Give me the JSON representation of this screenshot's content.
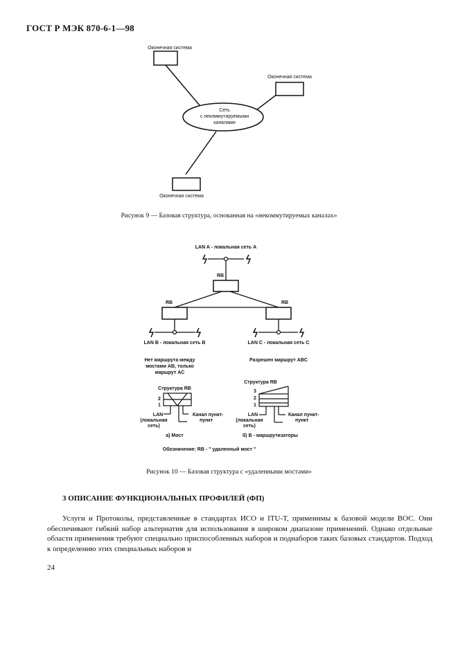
{
  "header": "ГОСТ Р МЭК 870-6-1—98",
  "figure9": {
    "end_system_1": "Оконечная система",
    "end_system_2": "Оконечная система",
    "end_system_3": "Оконечная система",
    "network_line1": "Сеть",
    "network_line2": "с некоммутируемыми",
    "network_line3": "каналами",
    "caption": "Рисунок 9 — Базовая структура, основанная на «некоммутируемых каналах»"
  },
  "figure10": {
    "lan_a": "LAN A - локальная сеть A",
    "rb_top": "RB",
    "rb_left": "RB",
    "rb_right": "RB",
    "lan_b": "LAN B - локальная сеть B",
    "lan_c": "LAN C - локальная сеть C",
    "no_route_1": "Нет маршрута между",
    "no_route_2": "мостами AB, только",
    "no_route_3": "маршрут AC",
    "allowed_route": "Разрешен маршрут ABC",
    "struct_a_title": "Структура RB",
    "struct_a_num2": "2",
    "struct_a_num1": "1",
    "struct_a_lan": "LAN",
    "struct_a_local1": "(локальная",
    "struct_a_local2": "сеть)",
    "struct_a_chan1": "Канал пункт-",
    "struct_a_chan2": "пункт",
    "struct_a_label": "a) Мост",
    "struct_b_title": "Структура RB",
    "struct_b_num3": "3",
    "struct_b_num2": "2",
    "struct_b_num1": "1",
    "struct_b_lan": "LAN",
    "struct_b_local1": "(локальная",
    "struct_b_local2": "сеть)",
    "struct_b_chan1": "Канал пункт-",
    "struct_b_chan2": "пункт",
    "struct_b_label": "б) B - маршрутизаторы",
    "legend": "Обозначение: RB - \" удаленный мост \"",
    "caption": "Рисунок 10 — Базовая структура с «удаленными мостами»"
  },
  "section_title": "3 ОПИСАНИЕ ФУНКЦИОНАЛЬНЫХ ПРОФИЛЕЙ (ФП)",
  "paragraph": "Услуги и Протоколы, представленные в стандартах ИСО и ITU-T, применимы к базовой модели ВОС. Они обеспечивают гибкий набор альтернатив для использования в широком диапазоне применений. Однако отдельные области применения требуют специально приспособленных наборов и поднаборов таких базовых стандартов. Подход к определению этих специальных наборов и",
  "page_number": "24"
}
